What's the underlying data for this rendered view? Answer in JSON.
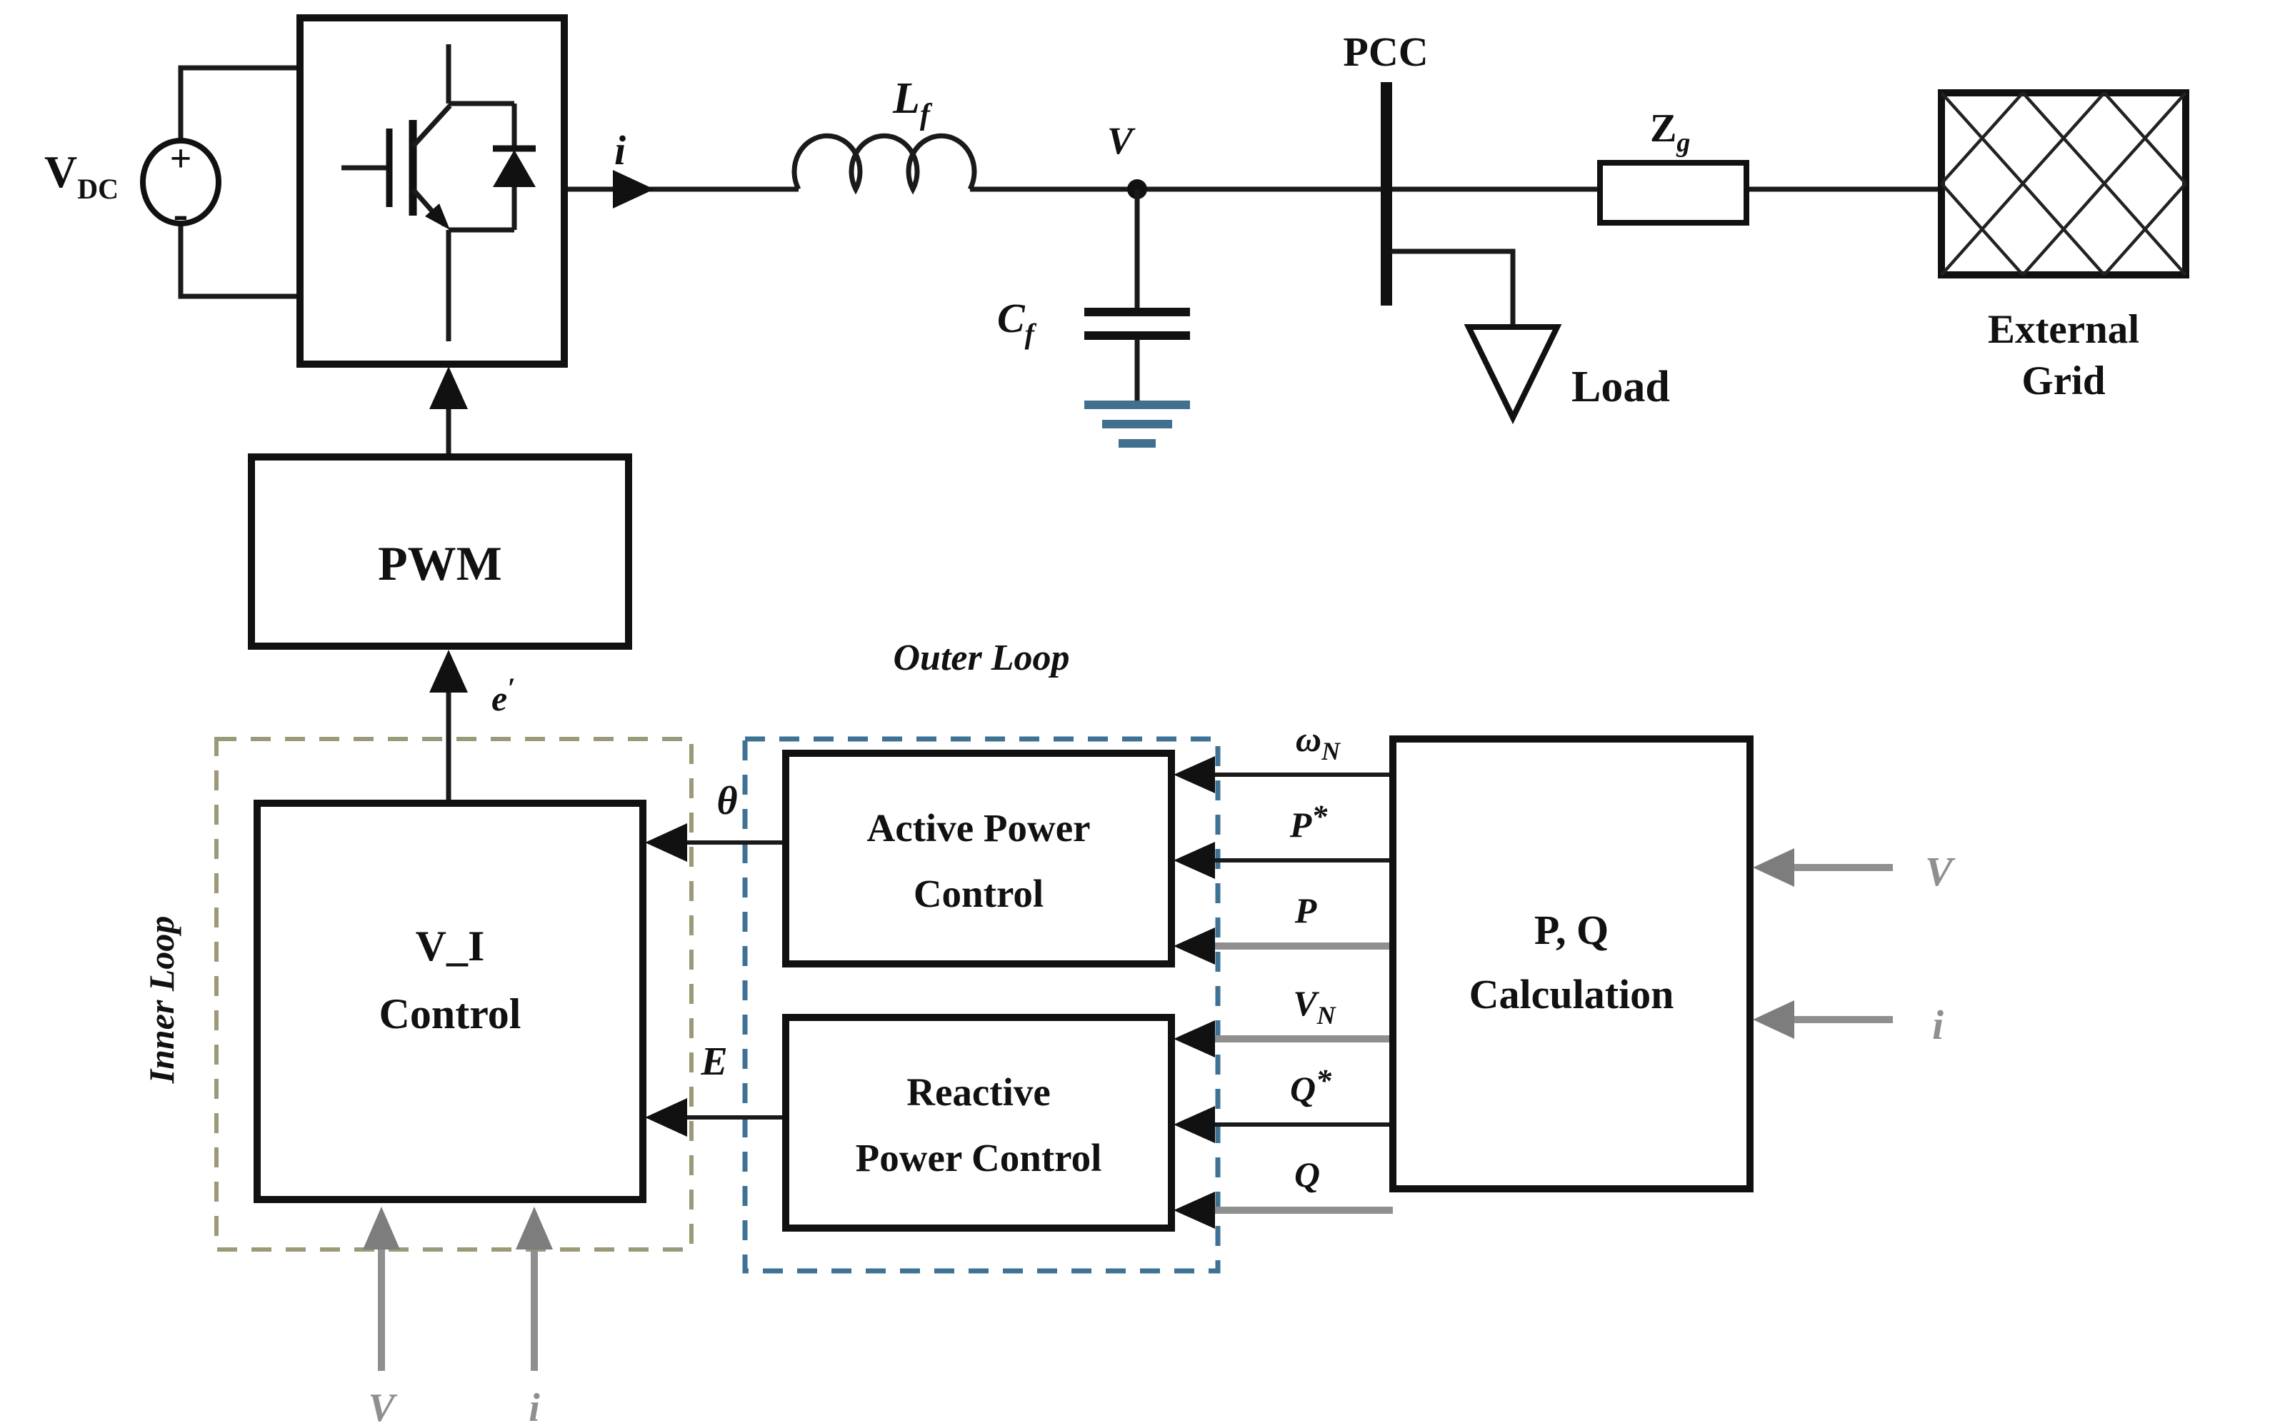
{
  "colors": {
    "wire": "#1a1a1a",
    "inner_loop_dash": "#9a9a78",
    "outer_loop_dash": "#3e7295",
    "ground": "#41708f",
    "gray_signal": "#8f8f8f",
    "load_text": "#15156e",
    "background": "#ffffff"
  },
  "circuit": {
    "source_label": "V",
    "source_sub": "DC",
    "plus": "+",
    "minus": "-",
    "current": "i",
    "inductor": "L",
    "inductor_sub": "f",
    "node_voltage": "V",
    "capacitor": "C",
    "capacitor_sub": "f",
    "pcc": "PCC",
    "load": "Load",
    "impedance": "Z",
    "impedance_sub": "g",
    "grid_line1": "External",
    "grid_line2": "Grid"
  },
  "control": {
    "pwm": "PWM",
    "e_base": "e",
    "e_sup": "′",
    "inner_title": "Inner Loop",
    "vi_line1": "V_I",
    "vi_line2": "Control",
    "vi_input_v": "V",
    "vi_input_i": "i",
    "outer_title": "Outer Loop",
    "active_line1": "Active Power",
    "active_line2": "Control",
    "reactive_line1": "Reactive",
    "reactive_line2": "Power Control",
    "theta": "θ",
    "e_amp": "E",
    "pq_line1": "P, Q",
    "pq_line2": "Calculation",
    "pq_input_v": "V",
    "pq_input_i": "i"
  },
  "bus_signals": [
    {
      "base": "ω",
      "sub": "N"
    },
    {
      "base": "P",
      "sup": "*"
    },
    {
      "base": "P"
    },
    {
      "base": "V",
      "sub": "N"
    },
    {
      "base": "Q",
      "sup": "*"
    },
    {
      "base": "Q"
    }
  ]
}
